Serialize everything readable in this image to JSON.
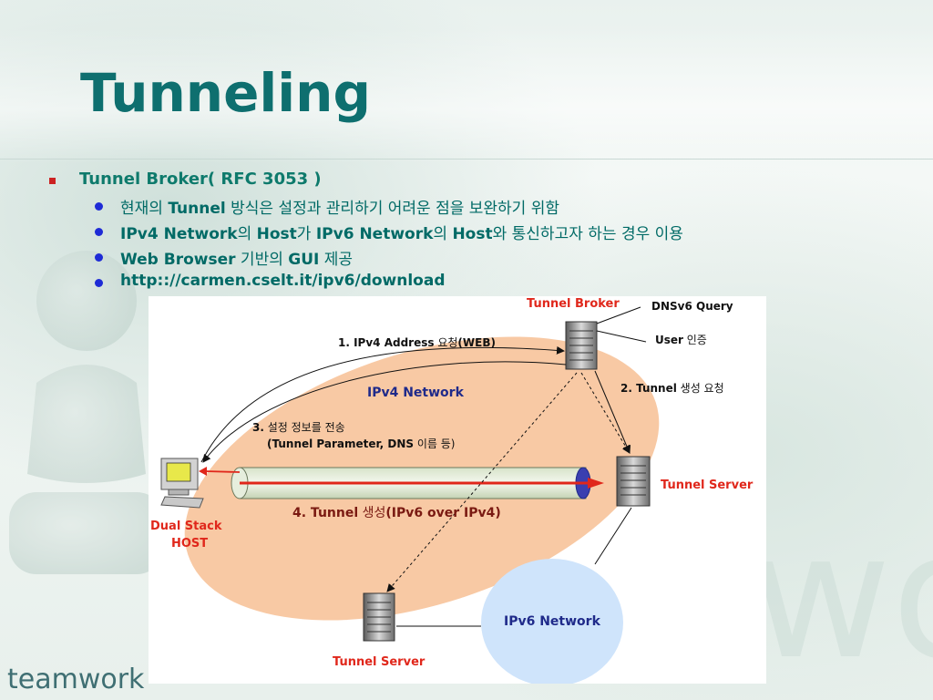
{
  "slide": {
    "title": "Tunneling",
    "brand": "teamwork",
    "watermark_text": "teamwork"
  },
  "bullets": {
    "level1": "Tunnel Broker( RFC 3053 )",
    "items": [
      {
        "b1": "",
        "t1": "현재의 ",
        "b2": "Tunnel",
        "t2": " 방식은 설정과 관리하기 어려운 점을 보완하기 위함"
      },
      {
        "b1": "IPv4 Network",
        "t1": "의 ",
        "b2": "Host",
        "t2": "가 ",
        "b3": "IPv6 Network",
        "t3": "의 ",
        "b4": "Host",
        "t4": "와 통신하고자 하는 경우 이용"
      },
      {
        "b1": "Web Browser",
        "t1": " 기반의 ",
        "b2": "GUI",
        "t2": " 제공"
      },
      {
        "b1": "http:://carmen.cselt.it/ipv6/download"
      }
    ]
  },
  "diagram": {
    "tunnel_broker": "Tunnel Broker",
    "dnsv6_query": "DNSv6 Query",
    "user_auth_b": "User",
    "user_auth_t": " 인증",
    "step1_b1": "1. IPv4 Address",
    "step1_t": " 요청",
    "step1_b2": "(WEB)",
    "ipv4_network": "IPv4 Network",
    "step2_b": "2. Tunnel",
    "step2_t": " 생성 요청",
    "step3_b": "3.",
    "step3_t": " 설정 정보를 전송",
    "step3_line2_b": "(Tunnel Parameter, DNS",
    "step3_line2_t": " 이름 등)",
    "tunnel_server_right": "Tunnel Server",
    "step4_b": "4. Tunnel",
    "step4_t": " 생성",
    "step4_b2": "(IPv6 over IPv4)",
    "dual_stack_1": "Dual Stack",
    "dual_stack_2": "HOST",
    "ipv6_network": "IPv6 Network",
    "tunnel_server_bottom": "Tunnel Server"
  },
  "colors": {
    "title": "#0e6f6f",
    "level1_text": "#0e7a6c",
    "level2_text": "#006a66",
    "bullet_square": "#cc2222",
    "bullet_dot": "#1e2bd6",
    "diagram_red": "#e0271b",
    "diagram_blue": "#1f2a8a",
    "ipv4_cloud": "#f8c9a4",
    "ipv6_cloud": "#cfe4fb"
  }
}
